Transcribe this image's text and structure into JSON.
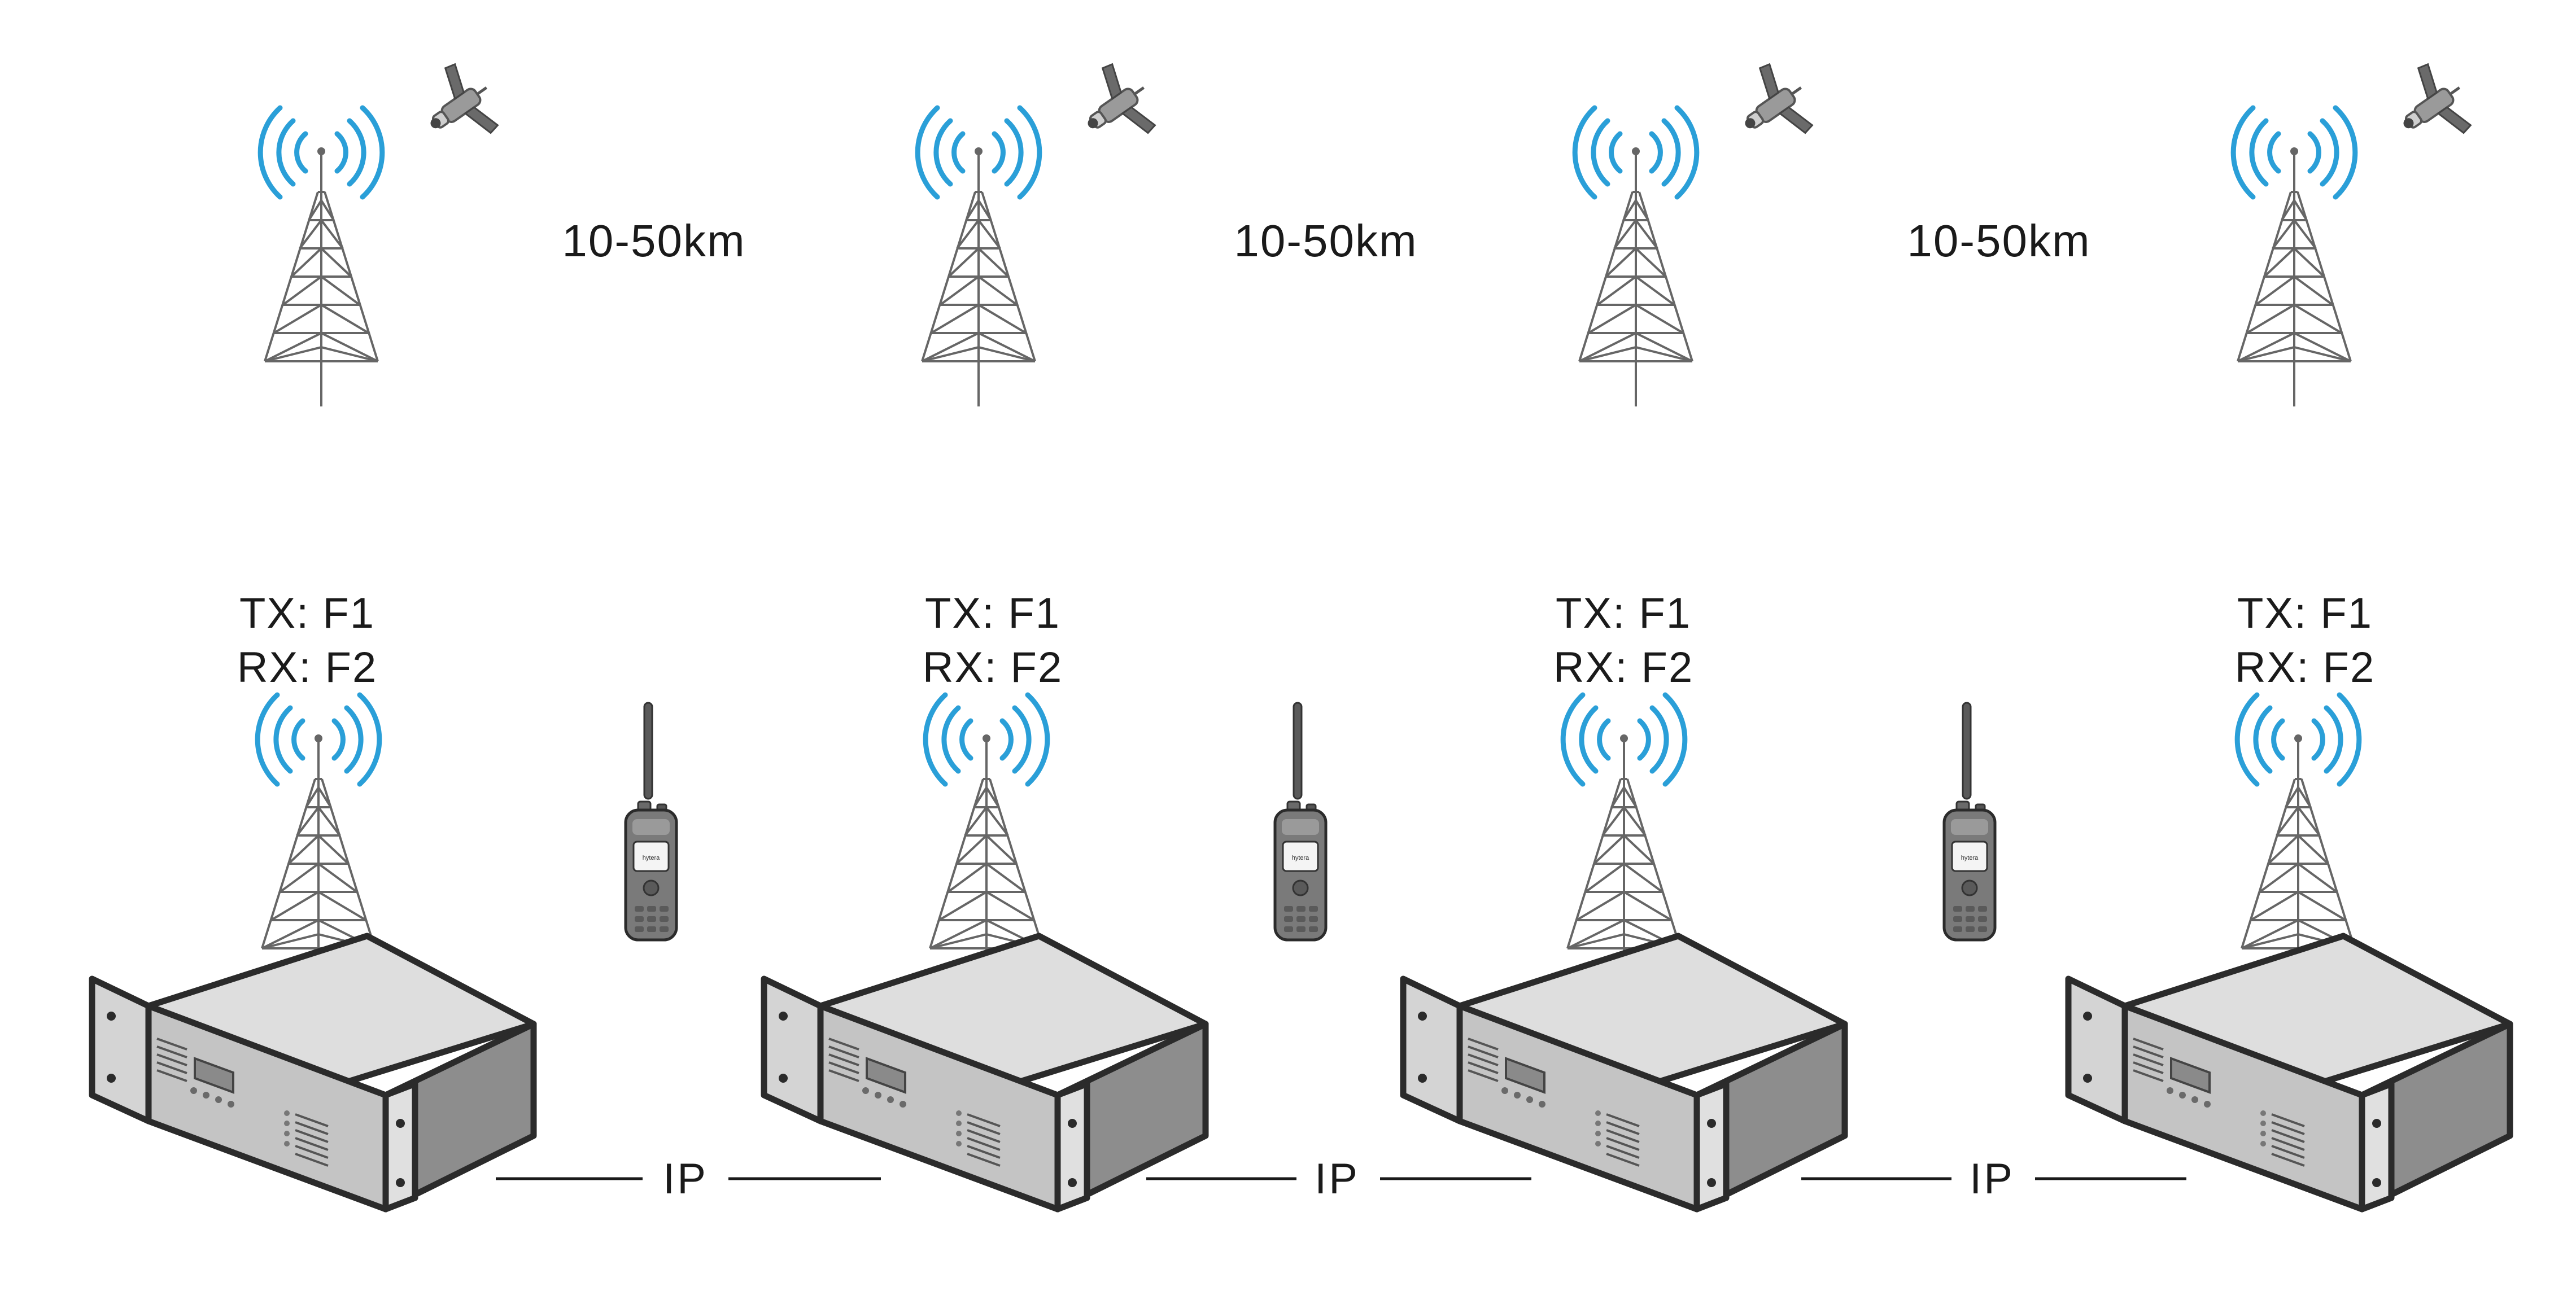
{
  "colors": {
    "signal": "#2a9fd8",
    "tower": "#666666",
    "rack_outline": "#2b2b2b",
    "rack_top": "#dedede",
    "rack_front": "#c4c4c4",
    "rack_side": "#8d8d8d",
    "text": "#1a1a1a"
  },
  "top_row": {
    "tower_icon": "radio-tower-icon",
    "satellite_icon": "satellite-icon",
    "distance_labels": [
      "10-50km",
      "10-50km",
      "10-50km"
    ]
  },
  "sites": [
    {
      "tx": "TX: F1",
      "rx": "RX: F2"
    },
    {
      "tx": "TX: F1",
      "rx": "RX: F2"
    },
    {
      "tx": "TX: F1",
      "rx": "RX: F2"
    },
    {
      "tx": "TX: F1",
      "rx": "RX: F2"
    }
  ],
  "radio": {
    "icon": "handheld-radio-icon",
    "brand": "hytera"
  },
  "links": [
    {
      "label": "IP"
    },
    {
      "label": "IP"
    },
    {
      "label": "IP"
    }
  ]
}
